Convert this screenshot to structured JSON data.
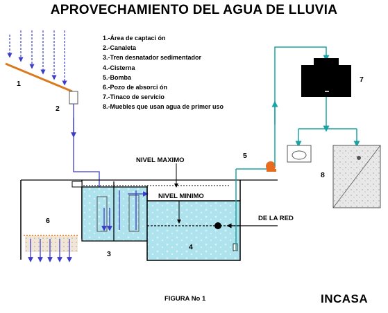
{
  "title": "APROVECHAMIENTO DEL AGUA DE LLUVIA",
  "legend": [
    "1.-Área de captaci ón",
    "2.-Canaleta",
    "3.-Tren desnatador sedimentador",
    "4.-Cisterna",
    "5.-Bomba",
    "6.-Pozo de absorci ón",
    "7.-Tinaco de servicio",
    "8.-Muebles que usan agua de primer uso"
  ],
  "labels": {
    "nivel_maximo": "NIVEL MAXIMO",
    "nivel_minimo": "NIVEL MINIMO",
    "de_la_red": "DE LA RED"
  },
  "numbers": {
    "n1": "1",
    "n2": "2",
    "n3": "3",
    "n4": "4",
    "n5": "5",
    "n6": "6",
    "n7": "7",
    "n8": "8"
  },
  "caption": "FIGURA No 1",
  "brand": "INCASA",
  "colors": {
    "water": "#aee3ee",
    "rain_arrows": "#3c3cc8",
    "roof": "#d97a1e",
    "pipe_teal": "#1aa3a3",
    "pump": "#e86b1e",
    "tank": "#000000"
  }
}
